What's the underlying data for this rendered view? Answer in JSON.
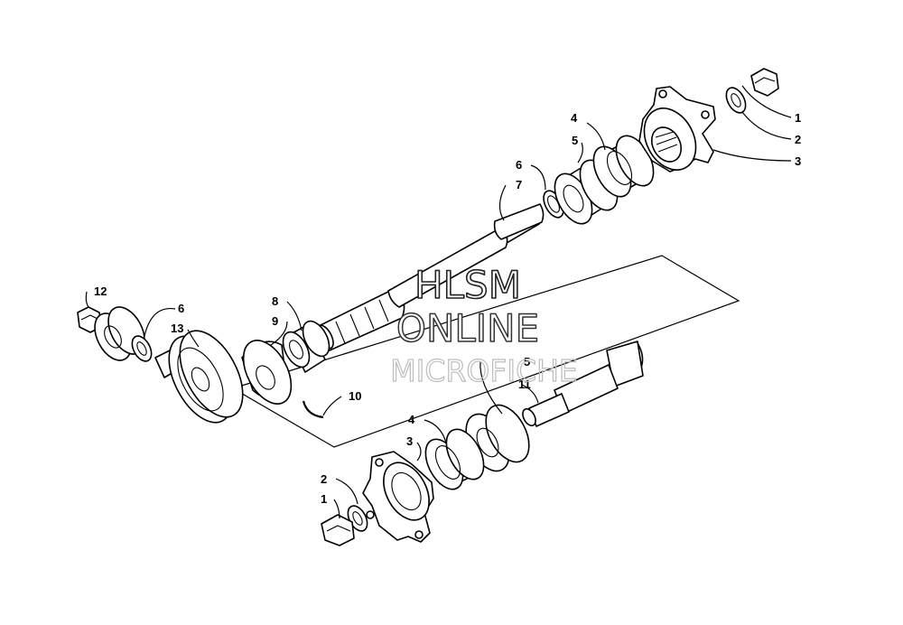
{
  "watermark": {
    "line1": "HLSM",
    "line2": "ONLINE",
    "line3": "MICROFICHE"
  },
  "callouts": {
    "c1_top": "1",
    "c2_top": "2",
    "c3_top": "3",
    "c4_top": "4",
    "c5_top": "5",
    "c6_top": "6",
    "c7": "7",
    "c8": "8",
    "c9": "9",
    "c10": "10",
    "c11": "11",
    "c12": "12",
    "c13": "13",
    "c6_left": "6",
    "c5_bottom": "5",
    "c4_bottom": "4",
    "c3_bottom": "3",
    "c2_bottom": "2",
    "c1_bottom": "1"
  }
}
